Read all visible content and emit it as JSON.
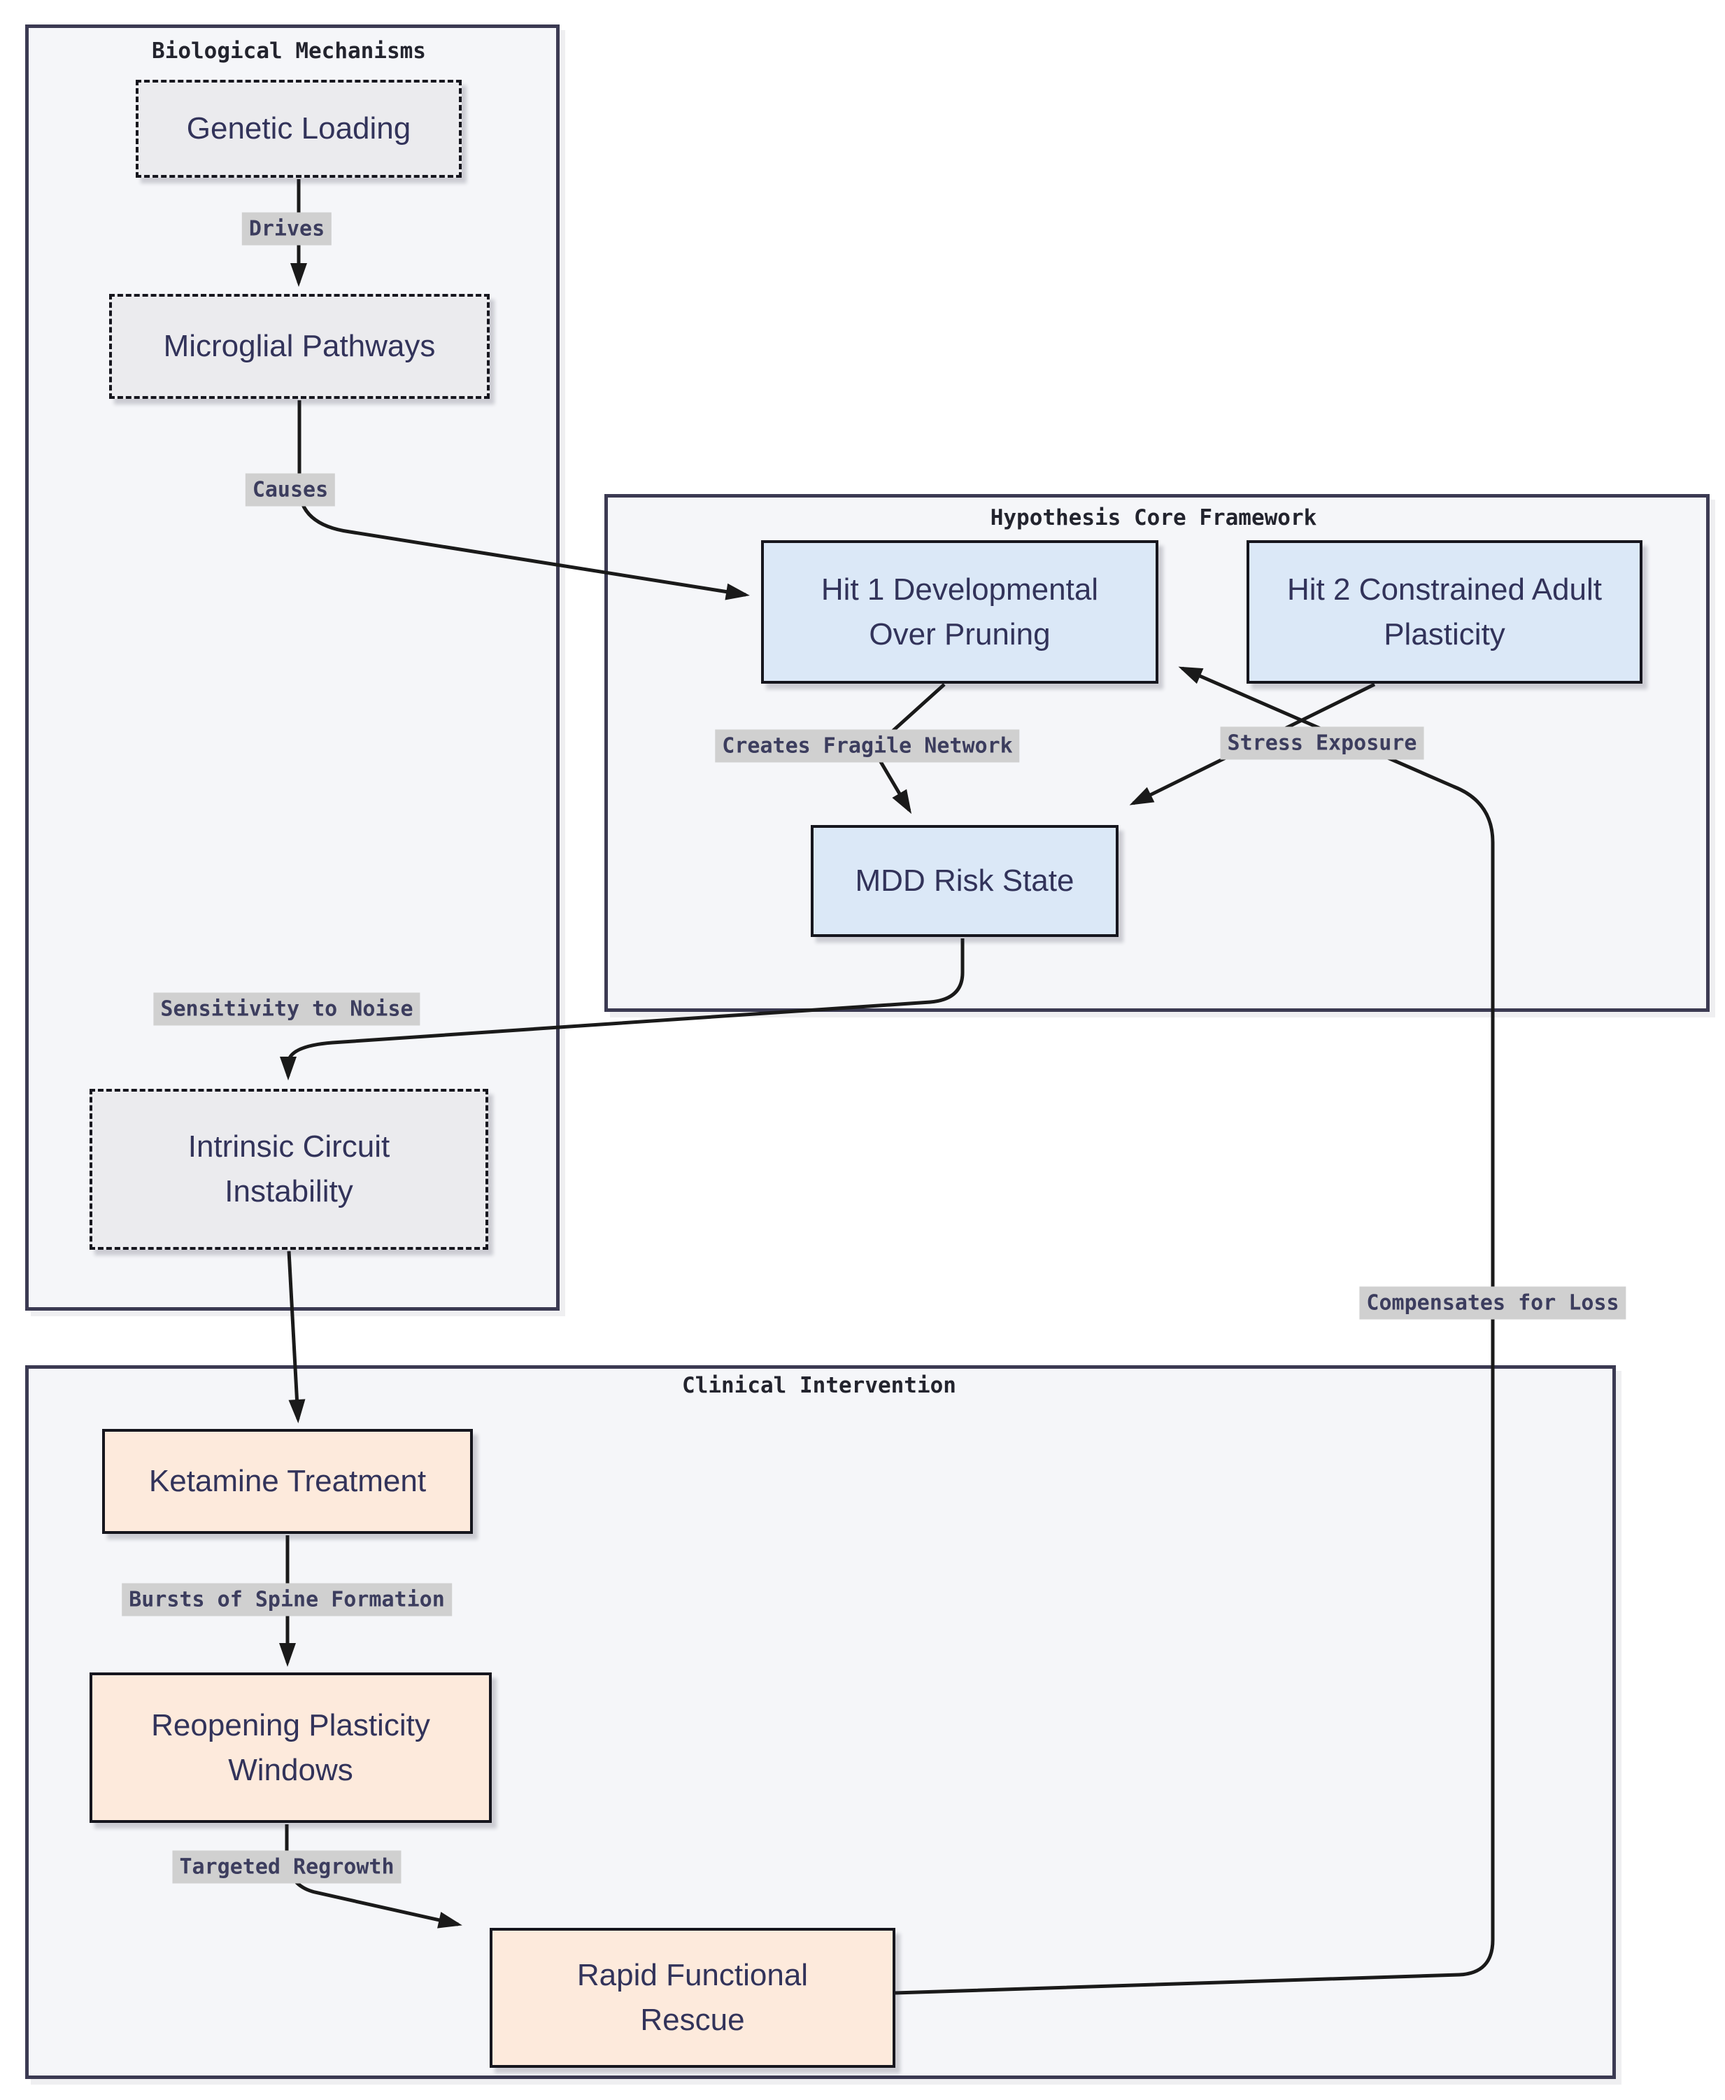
{
  "diagram": {
    "containers": {
      "biological": {
        "title": "Biological Mechanisms"
      },
      "hypothesis": {
        "title": "Hypothesis Core Framework"
      },
      "clinical": {
        "title": "Clinical Intervention"
      }
    },
    "nodes": {
      "genetic": {
        "label": "Genetic Loading"
      },
      "microglial": {
        "label": "Microglial Pathways"
      },
      "hit1": {
        "label": "Hit 1 Developmental Over Pruning"
      },
      "hit2": {
        "label": "Hit 2 Constrained Adult Plasticity"
      },
      "mdd": {
        "label": "MDD Risk State"
      },
      "intrinsic": {
        "label": "Intrinsic Circuit Instability"
      },
      "ketamine": {
        "label": "Ketamine Treatment"
      },
      "reopening": {
        "label": "Reopening Plasticity Windows"
      },
      "rescue": {
        "label": "Rapid Functional Rescue"
      }
    },
    "edge_labels": {
      "drives": "Drives",
      "causes": "Causes",
      "creates_fragile_network": "Creates Fragile Network",
      "stress_exposure": "Stress Exposure",
      "sensitivity_to_noise": "Sensitivity to Noise",
      "compensates_for_loss": "Compensates for Loss",
      "bursts_of_spine_formation": "Bursts of Spine Formation",
      "targeted_regrowth": "Targeted Regrowth"
    },
    "colors": {
      "blue_node_fill": "#dbe8f7",
      "peach_node_fill": "#fdeadc",
      "gray_node_fill": "#ebebee",
      "container_fill": "#f5f6f9",
      "container_border": "#3b3a52",
      "edge_stroke": "#1a1a1a",
      "edge_label_bg": "#d0d0d0",
      "node_text": "#32335a"
    }
  }
}
